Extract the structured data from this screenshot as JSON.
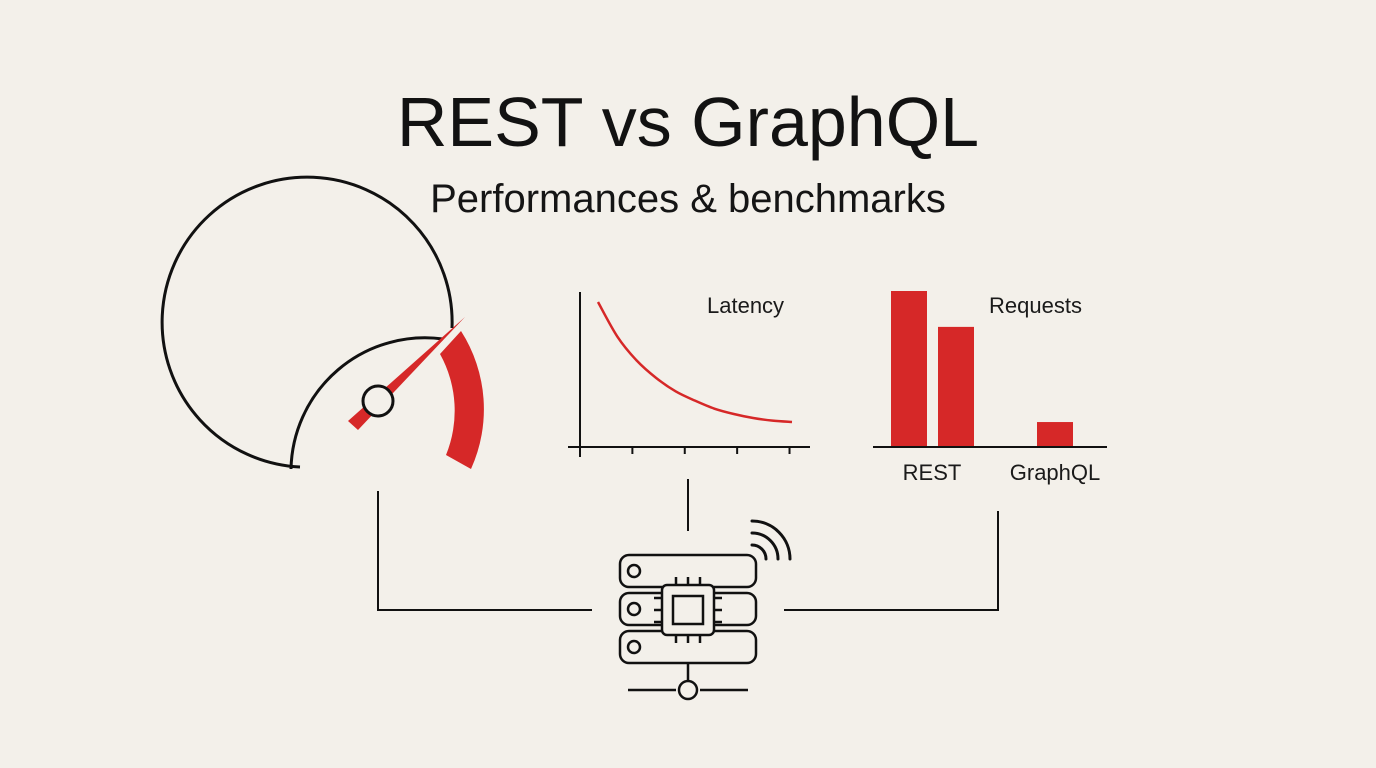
{
  "header": {
    "title": "REST vs GraphQL",
    "subtitle": "Performances & benchmarks"
  },
  "icons": {
    "gauge": "speedometer-icon",
    "server": "server-chip-icon",
    "wireless": "wifi-signal-icon",
    "network": "network-node-icon"
  },
  "colors": {
    "accent": "#d62828",
    "ink": "#121212",
    "background": "#f3f0ea"
  },
  "chart_data": [
    {
      "type": "line",
      "title": "Latency",
      "x": [
        0,
        1,
        2,
        3,
        4,
        5,
        6,
        7,
        8,
        9,
        10
      ],
      "y": [
        10,
        7.4,
        5.6,
        4.3,
        3.3,
        2.6,
        2.0,
        1.6,
        1.3,
        1.1,
        1.0
      ],
      "xticks": 4,
      "grid": false
    },
    {
      "type": "bar",
      "title": "Requests",
      "categories": [
        "REST",
        "GraphQL"
      ],
      "series": [
        {
          "values": [
            10,
            1.6
          ]
        },
        {
          "values": [
            7.7,
            null
          ]
        }
      ],
      "ylim": [
        0,
        10
      ]
    }
  ]
}
